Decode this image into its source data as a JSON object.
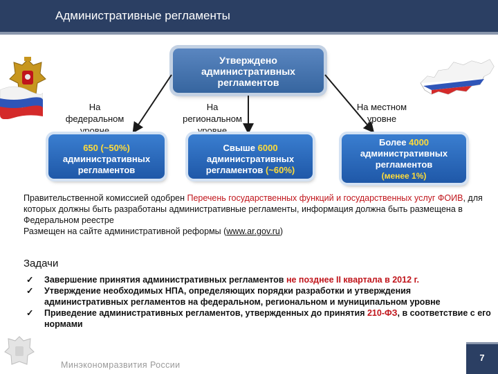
{
  "header": {
    "title": "Административные регламенты"
  },
  "approved_box": {
    "line1": "Утверждено",
    "line2": "административных",
    "line3": "регламентов"
  },
  "levels": {
    "federal": "На федеральном уровне",
    "regional": "На региональном уровне",
    "local": "На местном уровне"
  },
  "boxes": {
    "federal": {
      "value": "650 (~50%)",
      "line2": "административных",
      "line3": "регламентов"
    },
    "regional": {
      "prefix": "Свыше",
      "value": "6000",
      "line2": "административных",
      "line3": "регламентов",
      "share": "(~60%)"
    },
    "local": {
      "prefix": "Более",
      "value": "4000",
      "line2": "административных",
      "line3": "регламентов",
      "share": "(менее 1%)"
    }
  },
  "paragraph": {
    "part1": "Правительственной комиссией одобрен ",
    "highlight": "Перечень государственных функций и государственных услуг ФОИВ",
    "part2": ", для которых должны быть разработаны административные регламенты, информация должна быть размещена в Федеральном реестре",
    "line2_prefix": "Размещен на сайте административной реформы (",
    "link": "www.ar.gov.ru",
    "line2_suffix": ")"
  },
  "tasks": {
    "title": "Задачи",
    "items": [
      {
        "text": "Завершение принятия административных регламентов ",
        "red": "не позднее II квартала в 2012 г.",
        "tail": ""
      },
      {
        "text": "Утверждение необходимых НПА, определяющих порядки разработки и утверждения административных регламентов на федеральном, региональном и муниципальном уровне",
        "red": "",
        "tail": ""
      },
      {
        "text": "Приведение административных регламентов, утвержденных до принятия ",
        "red": "210-ФЗ",
        "tail": ", в соответствие с его нормами"
      }
    ]
  },
  "footer": {
    "ministry": "Минэкономразвития России",
    "page_number": "7"
  },
  "icons": {
    "check": "✓"
  },
  "colors": {
    "header": "#2b3f63",
    "box_blue": "#1f58a8",
    "highlight_yellow": "#ffdc3a",
    "accent_red": "#c0151b"
  }
}
